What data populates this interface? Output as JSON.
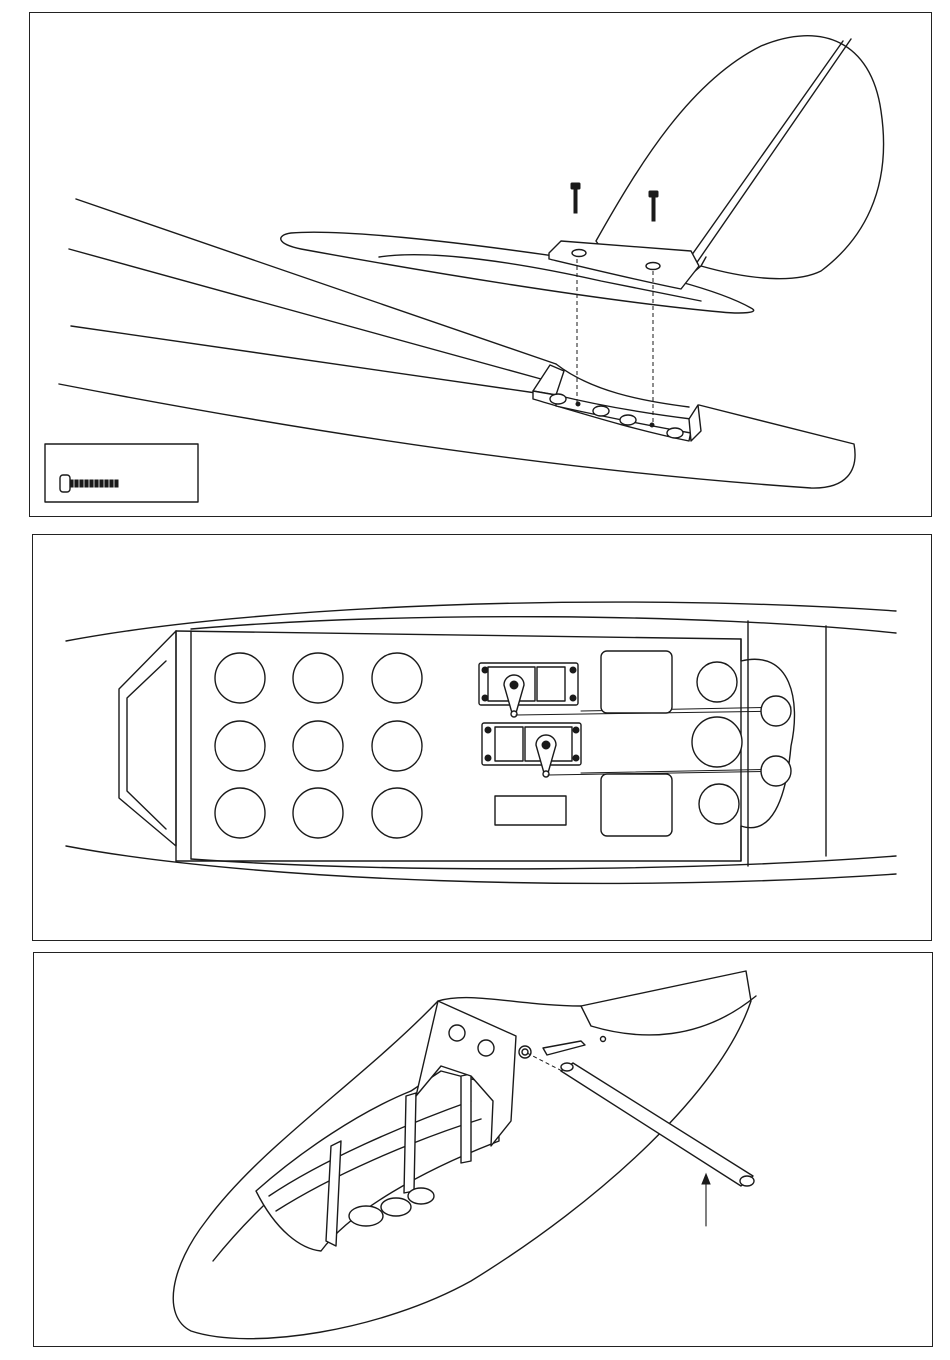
{
  "panels": [
    {
      "id": "tail-assembly",
      "callout_label": ""
    },
    {
      "id": "servo-bay",
      "box_label": ""
    },
    {
      "id": "nose-rod",
      "arrow_label": ""
    }
  ],
  "colors": {
    "line": "#1a1a1a",
    "paper": "#ffffff"
  }
}
